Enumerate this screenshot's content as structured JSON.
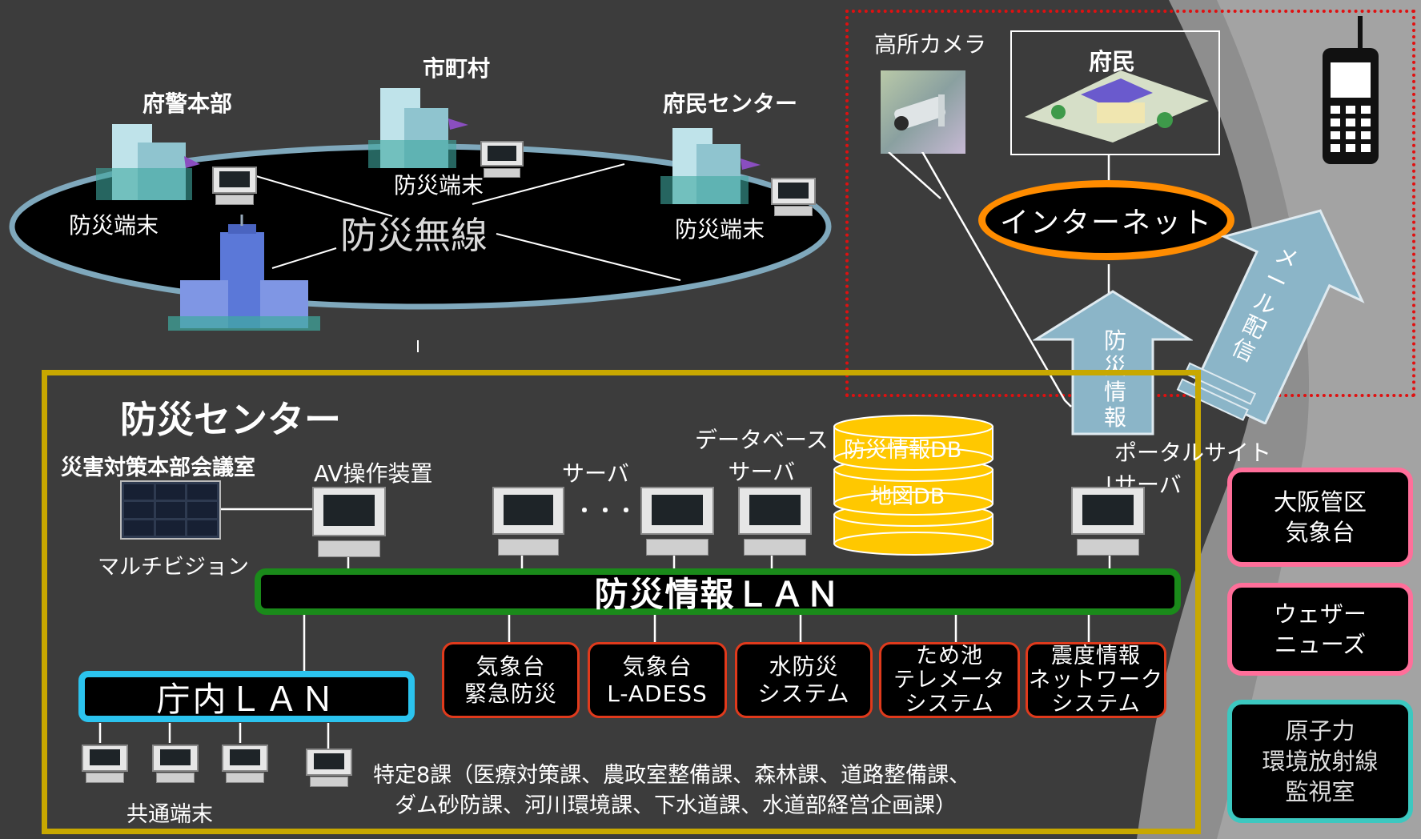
{
  "regions": {
    "municipality": "市町村",
    "police_hq": "府警本部",
    "resident_center": "府民センター",
    "terminal": "防災端末",
    "radio": "防災無線"
  },
  "internet_zone": {
    "camera": "高所カメラ",
    "residents": "府民",
    "internet": "インターネット",
    "info_arrow": "防災情報",
    "mail_arrow": "メール配信"
  },
  "center": {
    "title": "防災センター",
    "meeting_room": "災害対策本部会議室",
    "multivision": "マルチビジョン",
    "av": "AV操作装置",
    "servers": "サーバ",
    "dots": "・・・・・",
    "db_server": "データベース\nサーバ",
    "db1": "防災情報DB",
    "db2": "地図DB",
    "portal": "ポータルサイト\nサーバ",
    "info_lan": "防災情報ＬＡＮ",
    "office_lan": "庁内ＬＡＮ",
    "common_terminals": "共通端末",
    "sections": "特定8課（医療対策課、農政室整備課、森林課、道路整備課、\n　ダム砂防課、河川環境課、下水道課、水道部経営企画課）"
  },
  "systems": [
    {
      "label": "気象台\n緊急防災"
    },
    {
      "label": "気象台\nL-ADESS"
    },
    {
      "label": "水防災\nシステム"
    },
    {
      "label": "ため池\nテレメータ\nシステム"
    },
    {
      "label": "震度情報\nネットワーク\nシステム"
    }
  ],
  "external": [
    {
      "label": "大阪管区\n気象台",
      "color": "#ff6f9a"
    },
    {
      "label": "ウェザー\nニューズ",
      "color": "#ff6f9a"
    },
    {
      "label": "原子力\n環境放射線\n監視室",
      "color": "#3cc8c0"
    }
  ],
  "colors": {
    "center_border": "#c8a800",
    "info_lan_border": "#1a8a1a",
    "office_lan_border": "#2bc3ee",
    "internet_border": "#ff8c00",
    "dashed_zone": "#e01010",
    "db_fill": "#ffc800",
    "arrow_fill": "#8bb5c8"
  }
}
